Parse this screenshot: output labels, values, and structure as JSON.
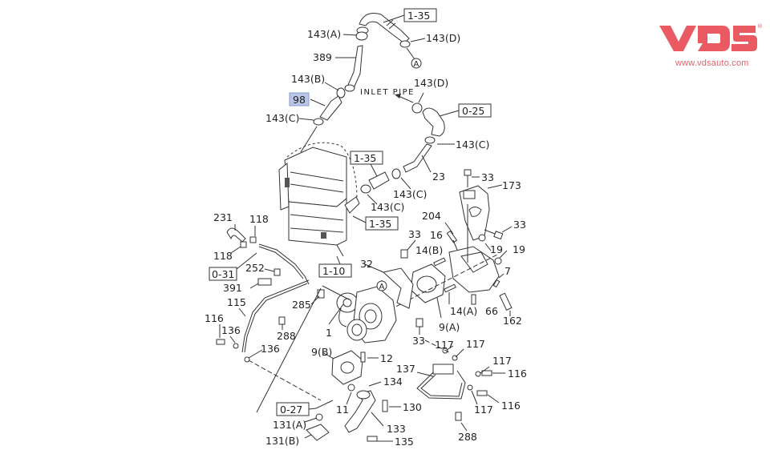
{
  "logo": {
    "brand": "VDS",
    "registered": "®",
    "url": "www.vdsauto.com",
    "color": "#ea5a62"
  },
  "diagram": {
    "inlet_pipe_label": "INLET PIPE",
    "highlighted_part": "98",
    "highlight_color": "#b8c6e8",
    "callouts": [
      {
        "id": "c-143a",
        "text": "143(A)"
      },
      {
        "id": "c-143d-top",
        "text": "143(D)"
      },
      {
        "id": "c-389",
        "text": "389"
      },
      {
        "id": "c-143b",
        "text": "143(B)"
      },
      {
        "id": "c-98",
        "text": "98"
      },
      {
        "id": "c-143c-left",
        "text": "143(C)"
      },
      {
        "id": "c-143d-mid",
        "text": "143(D)"
      },
      {
        "id": "c-143c-right",
        "text": "143(C)"
      },
      {
        "id": "c-23",
        "text": "23"
      },
      {
        "id": "c-143c-mid1",
        "text": "143(C)"
      },
      {
        "id": "c-143c-mid2",
        "text": "143(C)"
      },
      {
        "id": "c-33-a",
        "text": "33"
      },
      {
        "id": "c-173",
        "text": "173"
      },
      {
        "id": "c-33-b",
        "text": "33"
      },
      {
        "id": "c-204",
        "text": "204"
      },
      {
        "id": "c-16",
        "text": "16"
      },
      {
        "id": "c-33-c",
        "text": "33"
      },
      {
        "id": "c-14b",
        "text": "14(B)"
      },
      {
        "id": "c-19-a",
        "text": "19"
      },
      {
        "id": "c-19-b",
        "text": "19"
      },
      {
        "id": "c-7",
        "text": "7"
      },
      {
        "id": "c-32",
        "text": "32"
      },
      {
        "id": "c-14a",
        "text": "14(A)"
      },
      {
        "id": "c-66",
        "text": "66"
      },
      {
        "id": "c-162",
        "text": "162"
      },
      {
        "id": "c-9a",
        "text": "9(A)"
      },
      {
        "id": "c-33-d",
        "text": "33"
      },
      {
        "id": "c-231",
        "text": "231"
      },
      {
        "id": "c-118-a",
        "text": "118"
      },
      {
        "id": "c-118-b",
        "text": "118"
      },
      {
        "id": "c-252",
        "text": "252"
      },
      {
        "id": "c-391",
        "text": "391"
      },
      {
        "id": "c-115",
        "text": "115"
      },
      {
        "id": "c-285",
        "text": "285"
      },
      {
        "id": "c-116-left",
        "text": "116"
      },
      {
        "id": "c-136-a",
        "text": "136"
      },
      {
        "id": "c-288-a",
        "text": "288"
      },
      {
        "id": "c-136-b",
        "text": "136"
      },
      {
        "id": "c-1",
        "text": "1"
      },
      {
        "id": "c-9b",
        "text": "9(B)"
      },
      {
        "id": "c-12",
        "text": "12"
      },
      {
        "id": "c-117-a",
        "text": "117"
      },
      {
        "id": "c-117-b",
        "text": "117"
      },
      {
        "id": "c-117-c",
        "text": "117"
      },
      {
        "id": "c-116-a",
        "text": "116"
      },
      {
        "id": "c-116-b",
        "text": "116"
      },
      {
        "id": "c-117-d",
        "text": "117"
      },
      {
        "id": "c-137",
        "text": "137"
      },
      {
        "id": "c-134",
        "text": "134"
      },
      {
        "id": "c-130",
        "text": "130"
      },
      {
        "id": "c-11",
        "text": "11"
      },
      {
        "id": "c-133",
        "text": "133"
      },
      {
        "id": "c-131a",
        "text": "131(A)"
      },
      {
        "id": "c-131b",
        "text": "131(B)"
      },
      {
        "id": "c-135",
        "text": "135"
      },
      {
        "id": "c-288-b",
        "text": "288"
      }
    ],
    "references": [
      {
        "id": "r-1-35-top",
        "text": "1-35"
      },
      {
        "id": "r-0-25",
        "text": "0-25"
      },
      {
        "id": "r-1-35-mid",
        "text": "1-35"
      },
      {
        "id": "r-1-35-low",
        "text": "1-35"
      },
      {
        "id": "r-1-10",
        "text": "1-10"
      },
      {
        "id": "r-0-31",
        "text": "0-31"
      },
      {
        "id": "r-0-27",
        "text": "0-27"
      }
    ],
    "markers": [
      {
        "id": "m-a-top",
        "text": "A"
      },
      {
        "id": "m-a-turbo",
        "text": "A"
      }
    ]
  }
}
